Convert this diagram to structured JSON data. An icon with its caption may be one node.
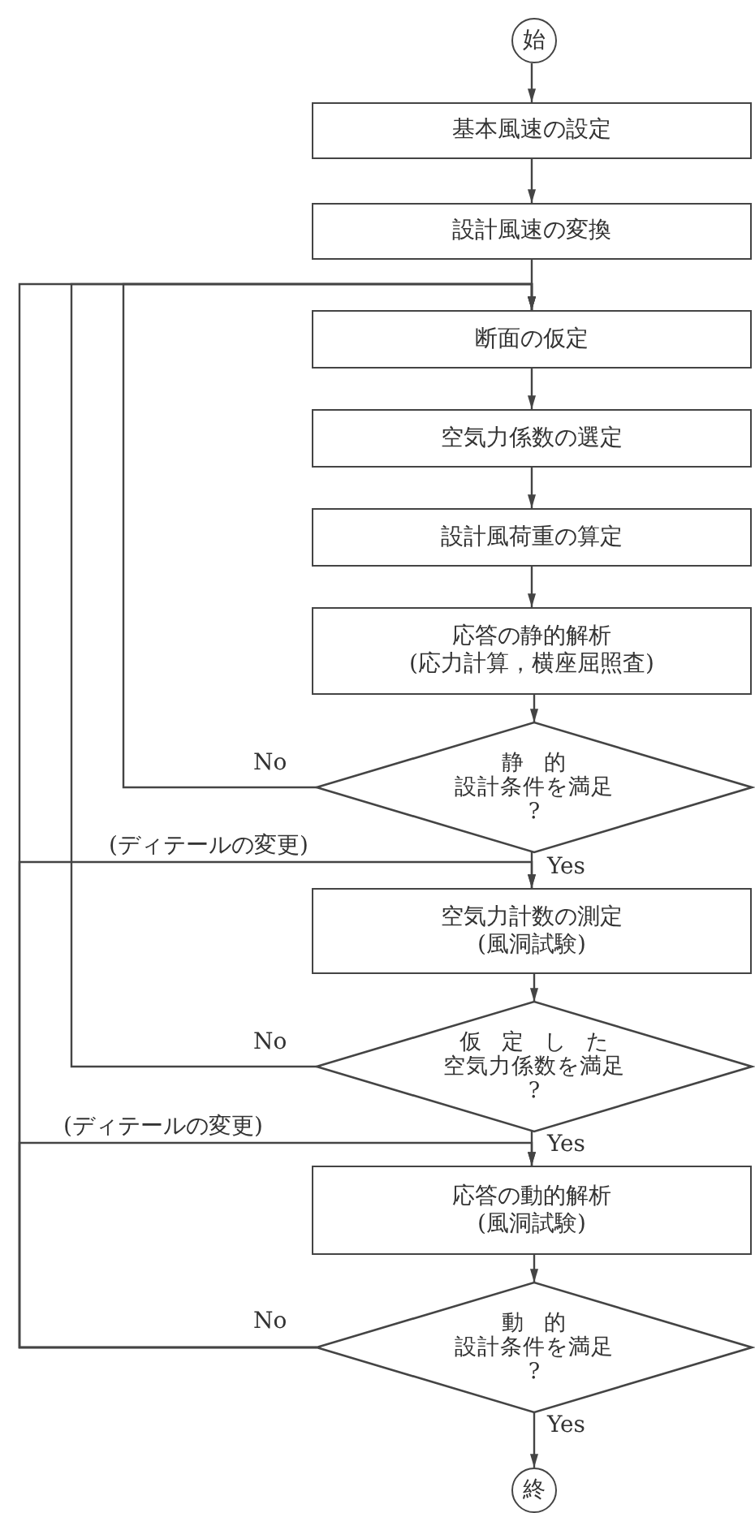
{
  "diagram": {
    "nodes": [
      {
        "text": [
          "始"
        ]
      },
      {
        "text": [
          "基本風速の設定"
        ]
      },
      {
        "text": [
          "設計風速の変換"
        ]
      },
      {
        "text": [
          "断面の仮定"
        ]
      },
      {
        "text": [
          "空気力係数の選定"
        ]
      },
      {
        "text": [
          "設計風荷重の算定"
        ]
      },
      {
        "text": [
          "応答の静的解析",
          "(応力計算，横座屈照査)"
        ]
      },
      {
        "text": [
          "静的",
          "設計条件を満足",
          "?"
        ]
      },
      {
        "text": [
          "空気力計数の測定",
          "(風洞試験)"
        ]
      },
      {
        "text": [
          "仮定した",
          "空気力係数を満足",
          "?"
        ]
      },
      {
        "text": [
          "応答の動的解析",
          "(風洞試験)"
        ]
      },
      {
        "text": [
          "動的",
          "設計条件を満足",
          "?"
        ]
      },
      {
        "text": [
          "終"
        ]
      }
    ],
    "edges": [
      {
        "from": 0,
        "to": 1,
        "arrow": "to"
      },
      {
        "from": 1,
        "to": 2,
        "arrow": "to"
      },
      {
        "from": 2,
        "to": 3,
        "arrow": "to"
      },
      {
        "from": 3,
        "to": 4,
        "arrow": "to"
      },
      {
        "from": 4,
        "to": 5,
        "arrow": "to"
      },
      {
        "from": 5,
        "to": 6,
        "arrow": "to"
      },
      {
        "from": 6,
        "to": 7,
        "arrow": "to"
      },
      {
        "from": 7,
        "to": 8,
        "arrow": "to",
        "label": "Yes"
      },
      {
        "from": 8,
        "to": 9,
        "arrow": "to"
      },
      {
        "from": 9,
        "to": 10,
        "arrow": "to",
        "label": "Yes"
      },
      {
        "from": 10,
        "to": 11,
        "arrow": "to"
      },
      {
        "from": 11,
        "to": 12,
        "arrow": "to",
        "label": "Yes"
      },
      {
        "from": 7,
        "to": 3,
        "arrow": "to",
        "label": "No"
      },
      {
        "from": 9,
        "to": 3,
        "arrow": "to",
        "label": "No"
      },
      {
        "from": 11,
        "to": 3,
        "arrow": "to",
        "label": "No"
      },
      {
        "from": 11,
        "to": 8,
        "arrow": "to",
        "label": "(ディテールの変更)"
      },
      {
        "from": 11,
        "to": 10,
        "arrow": "to",
        "label": "(ディテールの変更)"
      }
    ]
  }
}
